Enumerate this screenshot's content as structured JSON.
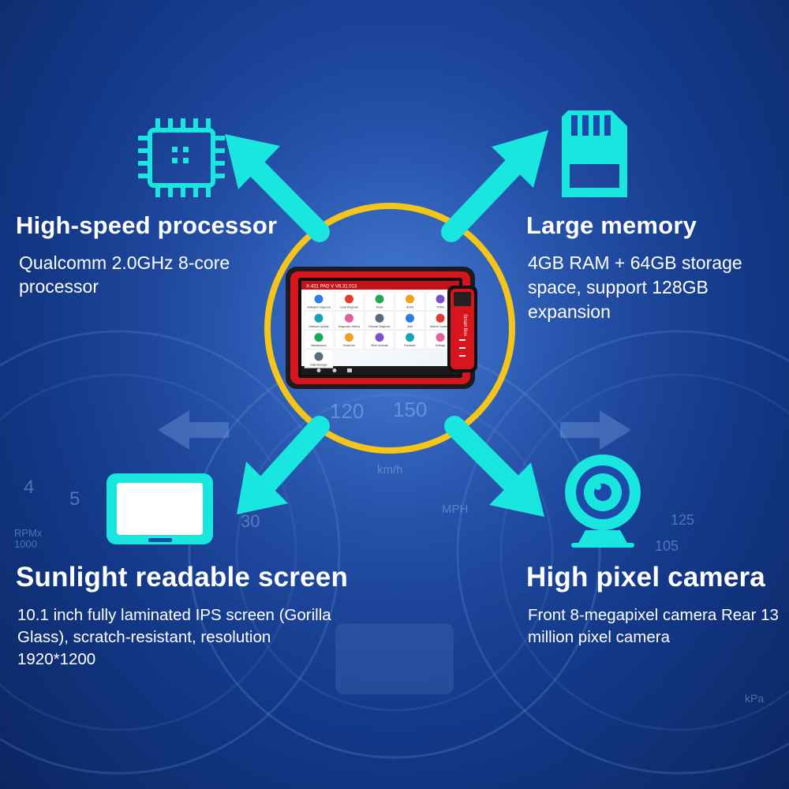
{
  "background": {
    "gauge_labels": [
      "120",
      "150",
      "km/h",
      "MPH",
      "4",
      "5",
      "30",
      "RPMx",
      "1000",
      "125",
      "105",
      "kPa"
    ]
  },
  "device": {
    "title_bar": "X-431 PAD V V8.31.013",
    "apps": [
      "Intelligent Diagnosis",
      "Local Diagnose",
      "Reset",
      "ADAS",
      "TPMS",
      "Software Update",
      "Diagnostic History",
      "Remote Diagnose",
      "Mall",
      "Vehicle Coverage",
      "Maintenance",
      "Email Info",
      "Other Modules",
      "Feedback",
      "Settings",
      "Data Manager"
    ],
    "vci_label": "Smart Box"
  },
  "features": {
    "processor": {
      "title": "High-speed processor",
      "desc": "Qualcomm 2.0GHz 8-core processor",
      "icon": "cpu-chip-icon"
    },
    "memory": {
      "title": "Large memory",
      "desc": "4GB RAM + 64GB storage space, support 128GB expansion",
      "icon": "sd-card-icon"
    },
    "screen": {
      "title": "Sunlight readable screen",
      "desc": "10.1 inch fully laminated IPS screen (Gorilla Glass), scratch-resistant, resolution 1920*1200",
      "icon": "tablet-icon"
    },
    "camera": {
      "title": "High pixel camera",
      "desc": "Front 8-megapixel camera Rear 13 million pixel camera",
      "icon": "webcam-icon"
    }
  },
  "colors": {
    "accent_cyan": "#19e6df",
    "ring_yellow": "#f5c518",
    "device_red": "#d8141c",
    "background_blue": "#1d4aa8"
  }
}
